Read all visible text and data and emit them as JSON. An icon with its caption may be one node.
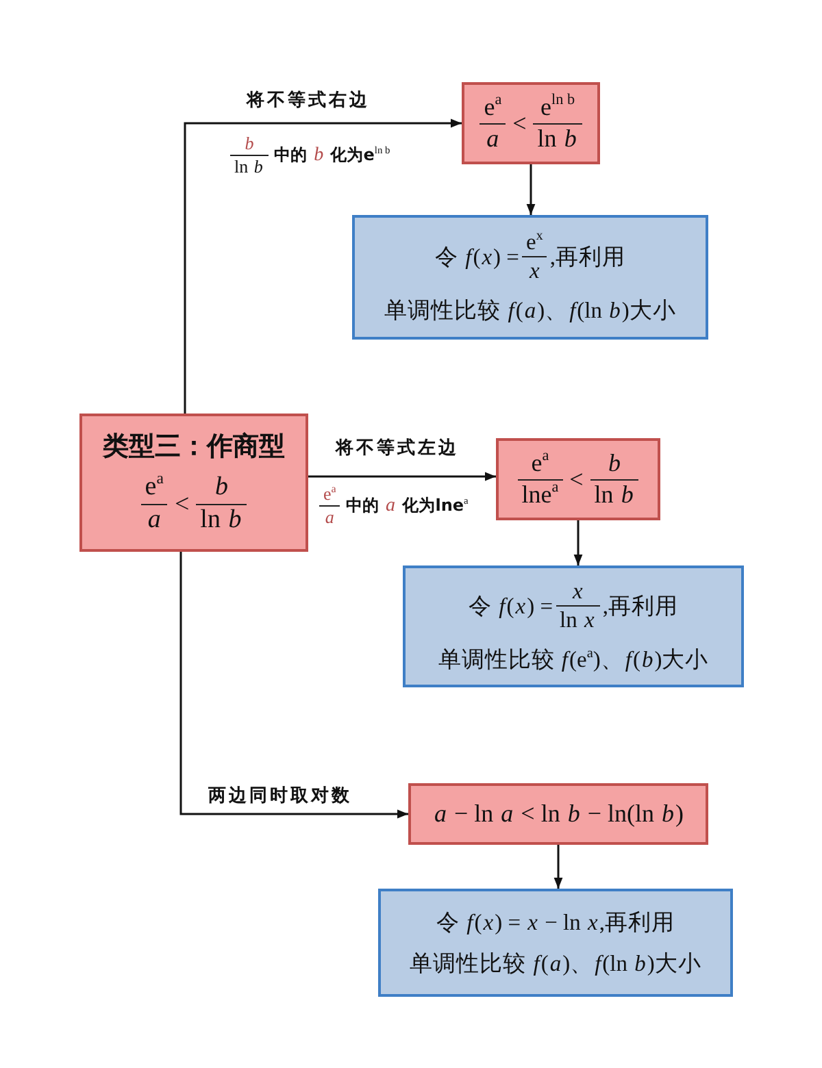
{
  "diagram": {
    "nodes": [
      {
        "text": [
          "类型三：作商型",
          "e$^{a}$",
          "a",
          "<",
          "b",
          "ln *b*"
        ]
      },
      {
        "text": [
          "e$^{a}$",
          "a",
          "<",
          "e$^{ln b}$",
          "ln *b*"
        ]
      },
      {
        "text": [
          "令 *f*(*x*) =",
          "e$^{x}$",
          "x",
          ",再利用",
          "单调性比较 *f*(*a*)、*f*(ln *b*)大小"
        ]
      },
      {
        "text": [
          "e$^{a}$",
          "lne$^{a}$",
          "<",
          "b",
          "ln *b*"
        ]
      },
      {
        "text": [
          "令 *f*(*x*) =",
          "x",
          "ln *x*",
          ",再利用",
          "单调性比较 *f*(e$^{a}$)、*f*(*b*)大小"
        ]
      },
      {
        "text": [
          "*a* − ln *a* < ln *b* − ln(ln *b*)"
        ]
      },
      {
        "text": [
          "令 *f*(*x*) = *x* − ln *x*,再利用",
          "单调性比较 *f*(*a*)、*f*(ln *b*)大小"
        ]
      }
    ],
    "edges": [
      {
        "from": 0,
        "to": 1,
        "arrow": "to",
        "label": "将不等式右边"
      },
      {
        "from": 1,
        "to": 2,
        "arrow": "to"
      },
      {
        "from": 0,
        "to": 3,
        "arrow": "to",
        "label": "将不等式左边"
      },
      {
        "from": 3,
        "to": 4,
        "arrow": "to"
      },
      {
        "from": 0,
        "to": 5,
        "arrow": "to",
        "label": "两边同时取对数"
      },
      {
        "from": 5,
        "to": 6,
        "arrow": "to"
      }
    ],
    "labels": [
      "b",
      "ln *b*",
      "中的 *b* 化为e$^{ln b}$",
      "e$^{a}$",
      "a",
      "中的 *a* 化为lne$^{a}$"
    ]
  }
}
